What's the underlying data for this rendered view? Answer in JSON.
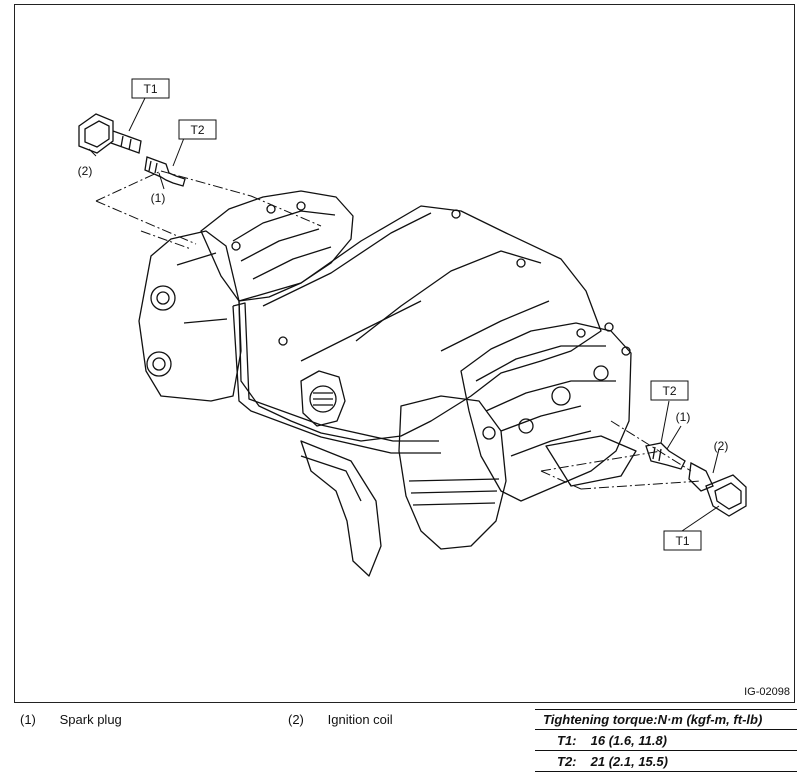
{
  "diagram": {
    "figure_id": "IG-02098",
    "callouts": {
      "t1_top": "T1",
      "t2_top": "T2",
      "p2_top": "(2)",
      "p1_top": "(1)",
      "t2_right": "T2",
      "p1_right": "(1)",
      "p2_right": "(2)",
      "t1_right": "T1"
    }
  },
  "legend": [
    {
      "num": "(1)",
      "label": "Spark plug"
    },
    {
      "num": "(2)",
      "label": "Ignition coil"
    }
  ],
  "torque": {
    "title": "Tightening torque:N·m (kgf-m, ft-lb)",
    "rows": [
      {
        "label": "T1:",
        "value": "16 (1.6, 11.8)"
      },
      {
        "label": "T2:",
        "value": "21 (2.1, 15.5)"
      }
    ]
  }
}
